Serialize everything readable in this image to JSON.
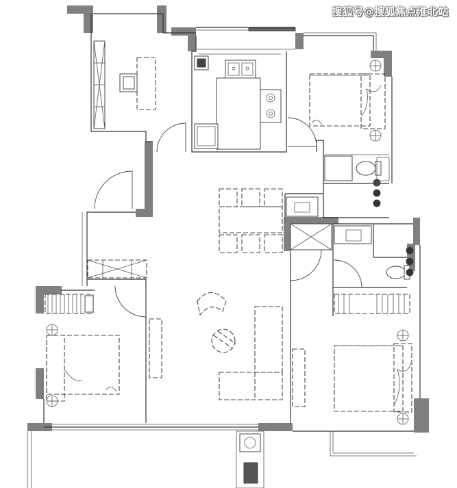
{
  "watermark": {
    "text": "搜狐号@搜狐焦点淮北站"
  },
  "colors": {
    "wall": "#808080",
    "line": "#333333",
    "background": "#ffffff"
  },
  "icons": [
    "bed",
    "sofa",
    "armchair",
    "round-table",
    "dining-table",
    "toilet",
    "basin",
    "kitchen-sink",
    "gas-stove",
    "refrigerator",
    "wardrobe",
    "desk",
    "chair",
    "door-swing"
  ]
}
